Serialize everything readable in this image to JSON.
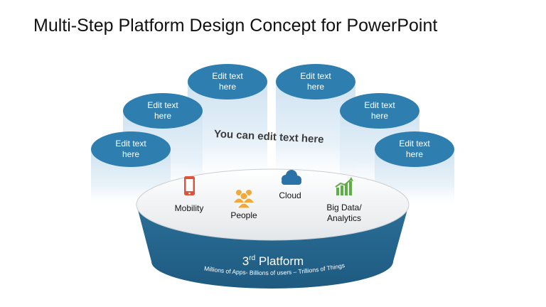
{
  "title": "Multi-Step Platform Design Concept for PowerPoint",
  "center_text": "You can edit text here",
  "pillars": [
    {
      "line1": "Edit text",
      "line2": "here"
    },
    {
      "line1": "Edit text",
      "line2": "here"
    },
    {
      "line1": "Edit text",
      "line2": "here"
    },
    {
      "line1": "Edit text",
      "line2": "here"
    },
    {
      "line1": "Edit text",
      "line2": "here"
    },
    {
      "line1": "Edit text",
      "line2": "here"
    }
  ],
  "icons": [
    {
      "name": "mobile-phone-icon",
      "label1": "Mobility",
      "label2": ""
    },
    {
      "name": "people-icon",
      "label1": "People",
      "label2": ""
    },
    {
      "name": "cloud-icon",
      "label1": "Cloud",
      "label2": ""
    },
    {
      "name": "bar-chart-icon",
      "label1": "Big Data/",
      "label2": "Analytics"
    }
  ],
  "platform": {
    "title": "3",
    "superscript": "rd",
    "title_rest": " Platform",
    "subtitle": "Millions of Apps- Billions of users – Trillions  of Things"
  },
  "colors": {
    "pillar_top": "#2e7fb0",
    "platform_side": "#235f86",
    "phone": "#e0523a",
    "people": "#f2a93b",
    "cloud": "#2a73a8",
    "chart": "#5fae45"
  }
}
